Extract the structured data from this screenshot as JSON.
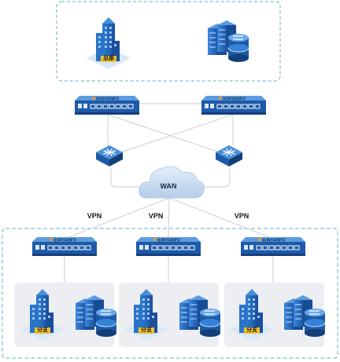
{
  "hq": {
    "building_label": "总部"
  },
  "devices": {
    "brand": "SUNYAINFO"
  },
  "wan": {
    "label": "WAN"
  },
  "vpn_links": [
    {
      "label": "VPN"
    },
    {
      "label": "VPN"
    },
    {
      "label": "VPN"
    }
  ],
  "branches": [
    {
      "building_label": "分支"
    },
    {
      "building_label": "分支"
    },
    {
      "building_label": "分支"
    }
  ],
  "colors": {
    "dashed_border": "#58b5c0",
    "device_blue": "#1e5fae",
    "device_top": "#4a90d9",
    "link_gray": "#c8cdd3",
    "branch_panel": "#eceef1",
    "cloud": "#c9dcf2",
    "accent_orange": "#f29422"
  }
}
